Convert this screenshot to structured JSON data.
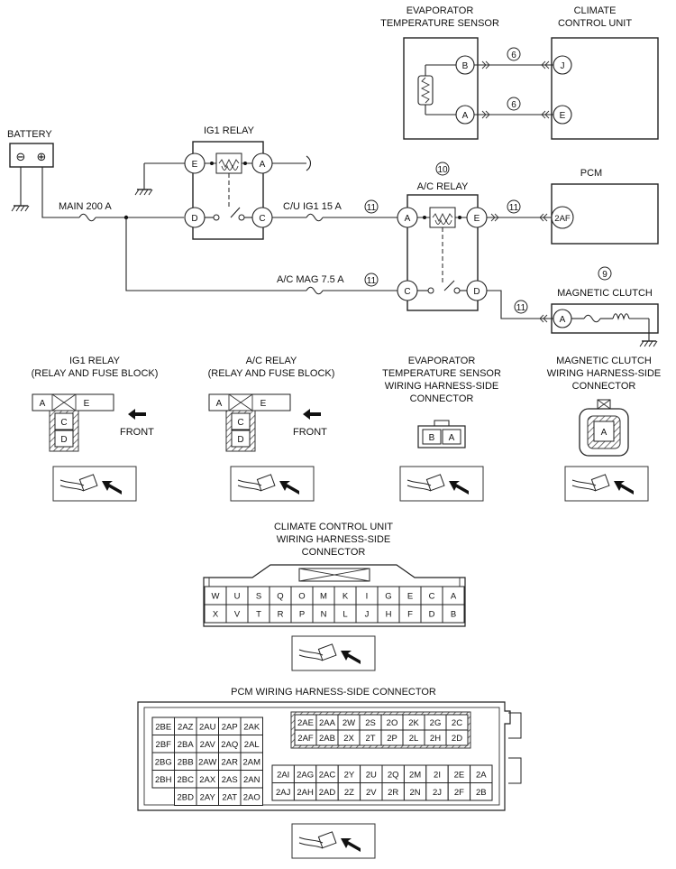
{
  "circuit": {
    "battery": {
      "label": "BATTERY",
      "neg": "⊖",
      "pos": "⊕"
    },
    "main_fuse": "MAIN 200 A",
    "ig1_relay": {
      "title": "IG1 RELAY",
      "pins": [
        "E",
        "A",
        "D",
        "C"
      ]
    },
    "cu_fuse": "C/U IG1 15 A",
    "ac_mag_fuse": "A/C MAG 7.5 A",
    "ac_relay": {
      "title": "A/C RELAY",
      "number": "10",
      "pins": [
        "A",
        "E",
        "C",
        "D"
      ]
    },
    "evap_sensor": {
      "title_line1": "EVAPORATOR",
      "title_line2": "TEMPERATURE SENSOR",
      "pins": [
        "B",
        "A"
      ]
    },
    "climate_unit": {
      "title_line1": "CLIMATE",
      "title_line2": "CONTROL UNIT",
      "pins": [
        "J",
        "E"
      ]
    },
    "pcm": {
      "title": "PCM",
      "pin": "2AF"
    },
    "magnetic_clutch": {
      "title": "MAGNETIC CLUTCH",
      "number": "9",
      "pin": "A"
    },
    "wire_codes": {
      "evap_b": "6",
      "evap_a": "6",
      "cu_fuse": "11",
      "ac_e": "11",
      "ac_a_mag": "11",
      "ac_d": "11"
    }
  },
  "connectors": {
    "ig1": {
      "title_line1": "IG1 RELAY",
      "title_line2": "(RELAY AND FUSE BLOCK)",
      "pins": [
        "A",
        "E",
        "C",
        "D"
      ],
      "front": "FRONT"
    },
    "ac": {
      "title_line1": "A/C RELAY",
      "title_line2": "(RELAY AND FUSE BLOCK)",
      "pins": [
        "A",
        "E",
        "C",
        "D"
      ],
      "front": "FRONT"
    },
    "evap": {
      "title_line1": "EVAPORATOR",
      "title_line2": "TEMPERATURE SENSOR",
      "title_line3": "WIRING HARNESS-SIDE",
      "title_line4": "CONNECTOR",
      "pins": [
        "B",
        "A"
      ]
    },
    "clutch": {
      "title_line1": "MAGNETIC CLUTCH",
      "title_line2": "WIRING HARNESS-SIDE",
      "title_line3": "CONNECTOR",
      "pin": "A"
    },
    "climate": {
      "title_line1": "CLIMATE CONTROL UNIT",
      "title_line2": "WIRING HARNESS-SIDE",
      "title_line3": "CONNECTOR",
      "row1": [
        "W",
        "U",
        "S",
        "Q",
        "O",
        "M",
        "K",
        "I",
        "G",
        "E",
        "C",
        "A"
      ],
      "row2": [
        "X",
        "V",
        "T",
        "R",
        "P",
        "N",
        "L",
        "J",
        "H",
        "F",
        "D",
        "B"
      ]
    },
    "pcm": {
      "title": "PCM WIRING HARNESS-SIDE CONNECTOR",
      "left_rows": [
        [
          "2BE",
          "2AZ",
          "2AU",
          "2AP",
          "2AK"
        ],
        [
          "2BF",
          "2BA",
          "2AV",
          "2AQ",
          "2AL"
        ],
        [
          "2BG",
          "2BB",
          "2AW",
          "2AR",
          "2AM"
        ],
        [
          "2BH",
          "2BC",
          "2AX",
          "2AS",
          "2AN"
        ],
        [
          "",
          "2BD",
          "2AY",
          "2AT",
          "2AO"
        ]
      ],
      "right_top": [
        [
          "2AE",
          "2AA",
          "2W",
          "2S",
          "2O",
          "2K",
          "2G",
          "2C"
        ],
        [
          "2AF",
          "2AB",
          "2X",
          "2T",
          "2P",
          "2L",
          "2H",
          "2D"
        ]
      ],
      "right_bottom": [
        [
          "2AI",
          "2AG",
          "2AC",
          "2Y",
          "2U",
          "2Q",
          "2M",
          "2I",
          "2E",
          "2A"
        ],
        [
          "2AJ",
          "2AH",
          "2AD",
          "2Z",
          "2V",
          "2R",
          "2N",
          "2J",
          "2F",
          "2B"
        ]
      ]
    }
  }
}
